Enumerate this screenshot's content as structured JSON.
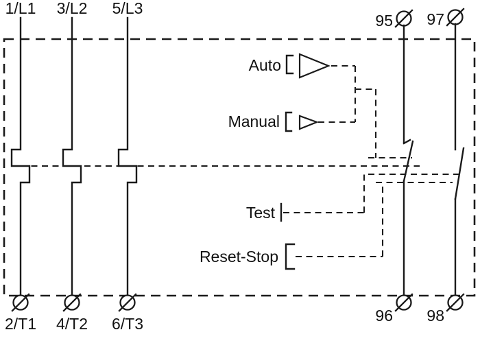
{
  "diagram": {
    "type": "thermal-overload-relay-schematic",
    "colors": {
      "line": "#1a1a1a",
      "background": "#ffffff"
    },
    "terminals": {
      "top_left": [
        {
          "label": "1/L1"
        },
        {
          "label": "3/L2"
        },
        {
          "label": "5/L3"
        }
      ],
      "bottom_left": [
        {
          "label": "2/T1"
        },
        {
          "label": "4/T2"
        },
        {
          "label": "6/T3"
        }
      ],
      "top_right": [
        {
          "label": "95"
        },
        {
          "label": "97"
        }
      ],
      "bottom_right": [
        {
          "label": "96"
        },
        {
          "label": "98"
        }
      ]
    },
    "functions": [
      {
        "label": "Auto"
      },
      {
        "label": "Manual"
      },
      {
        "label": "Test"
      },
      {
        "label": "Reset-Stop"
      }
    ]
  }
}
